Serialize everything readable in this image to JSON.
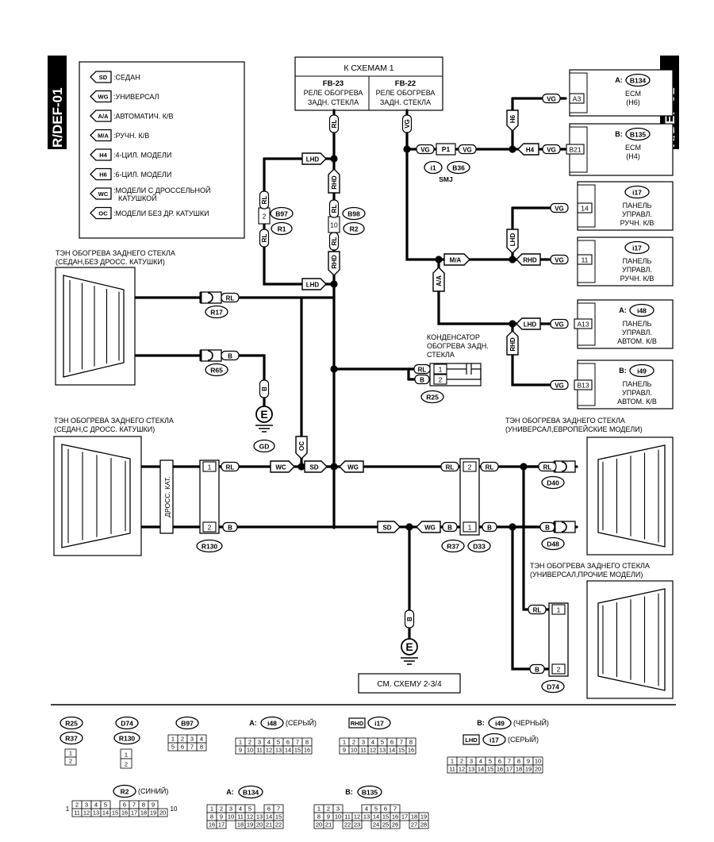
{
  "side_tab": "R/DEF-01",
  "legend": [
    {
      "code": "SD",
      "text": "СЕДАН"
    },
    {
      "code": "WG",
      "text": "УНИВЕРСАЛ"
    },
    {
      "code": "A/A",
      "text": "АВТОМАТИЧ. К/В"
    },
    {
      "code": "M/A",
      "text": "РУЧН. К/В"
    },
    {
      "code": "H4",
      "text": "4-ЦИЛ. МОДЕЛИ"
    },
    {
      "code": "H6",
      "text": "6-ЦИЛ. МОДЕЛИ"
    },
    {
      "code": "WC",
      "text": "МОДЕЛИ С ДРОССЕЛЬНОЙ",
      "text2": "КАТУШКОЙ"
    },
    {
      "code": "OC",
      "text": "МОДЕЛИ БЕЗ ДР. КАТУШКИ"
    }
  ],
  "top_box": {
    "title": "К СХЕМАМ 1",
    "left": {
      "code": "FB-23",
      "l1": "РЕЛЕ ОБОГРЕВА",
      "l2": "ЗАДН. СТЕКЛА"
    },
    "right": {
      "code": "FB-22",
      "l1": "РЕЛЕ ОБОГРЕВА",
      "l2": "ЗАДН. СТЕКЛА"
    }
  },
  "heaters": {
    "sedan_no_choke": [
      "ТЭН ОБОГРЕВА ЗАДНЕГО СТЕКЛА",
      "(СЕДАН,БЕЗ ДРОСС. КАТУШКИ)"
    ],
    "sedan_choke": [
      "ТЭН ОБОГРЕВА ЗАДНЕГО СТЕКЛА",
      "(СЕДАН,С ДРОСС. КАТУШКИ)"
    ],
    "wagon_eu": [
      "ТЭН ОБОГРЕВА ЗАДНЕГО СТЕКЛА",
      "(УНИВЕРСАЛ,ЕВРОПЕЙСКИЕ МОДЕЛИ)"
    ],
    "wagon_other": [
      "ТЭН ОБОГРЕВА ЗАДНЕГО СТЕКЛА",
      "(УНИВЕРСАЛ,ПРОЧИЕ МОДЕЛИ)"
    ]
  },
  "choke_label": "ДРОСС. КАТ.",
  "capacitor": [
    "КОНДЕНСАТОР",
    "ОБОГРЕВА ЗАДН.",
    "СТЕКЛА"
  ],
  "ground_label": "GD",
  "ground_letter": "E",
  "see_scheme": "СМ. СХЕМУ 2-3/4",
  "smj": "SMJ",
  "modules": [
    {
      "prefix": "A:",
      "conn": "B134",
      "l1": "ECM",
      "l2": "(H6)",
      "l3": ""
    },
    {
      "prefix": "B:",
      "conn": "B135",
      "l1": "ECM",
      "l2": "(H4)",
      "l3": ""
    },
    {
      "prefix": "",
      "conn": "i17",
      "l1": "ПАНЕЛЬ",
      "l2": "УПРАВЛ.",
      "l3": "РУЧН. К/В"
    },
    {
      "prefix": "",
      "conn": "i17",
      "l1": "ПАНЕЛЬ",
      "l2": "УПРАВЛ.",
      "l3": "РУЧН. К/В"
    },
    {
      "prefix": "A:",
      "conn": "i48",
      "l1": "ПАНЕЛЬ",
      "l2": "УПРАВЛ.",
      "l3": "АВТОМ. К/В"
    },
    {
      "prefix": "B:",
      "conn": "i49",
      "l1": "ПАНЕЛЬ",
      "l2": "УПРАВЛ.",
      "l3": "АВТОМ. К/В"
    }
  ],
  "pins": {
    "A3": "A3",
    "B21": "B21",
    "p14": "14",
    "p11": "11",
    "A13": "A13",
    "B13": "B13"
  },
  "wires": {
    "VG": "VG",
    "RL": "RL",
    "B": "B",
    "P1": "P1"
  },
  "tags": {
    "LHD": "LHD",
    "RHD": "RHD",
    "H6": "H6",
    "H4": "H4",
    "MA": "M/A",
    "AA": "A/A",
    "SD": "SD",
    "WG": "WG",
    "WC": "WC",
    "OC": "OC"
  },
  "connectors": {
    "R17": "R17",
    "R65": "R65",
    "R130": "R130",
    "R25": "R25",
    "R37": "R37",
    "D33": "D33",
    "D40": "D40",
    "D48": "D48",
    "D74": "D74",
    "B97": "B97",
    "R1": "R1",
    "B98": "B98",
    "R2": "R2",
    "i1": "i1",
    "B36": "B36"
  },
  "pin_nums": {
    "n1": "1",
    "n2": "2",
    "n10": "10"
  },
  "bottom": {
    "i48_color": "(СЕРЫЙ)",
    "i49_color": "(ЧЕРНЫЙ)",
    "i17_lhd_color": "(СЕРЫЙ)",
    "r2_color": "(СИНИЙ)",
    "A": "A:",
    "B": "B:",
    "RHD": "RHD",
    "LHD": "LHD",
    "c_R25": "R25",
    "c_R37": "R37",
    "c_D74": "D74",
    "c_R130": "R130",
    "c_B97": "B97",
    "c_i48": "i48",
    "c_i17a": "i17",
    "c_i49": "i49",
    "c_i17b": "i17",
    "c_R2": "R2",
    "c_B134": "B134",
    "c_B135": "B135",
    "two_pin": [
      [
        "1"
      ],
      [
        "2"
      ]
    ],
    "b97": [
      [
        "1",
        "2",
        "3",
        "4"
      ],
      [
        "5",
        "6",
        "7",
        "8"
      ]
    ],
    "i48": [
      [
        "1",
        "2",
        "3",
        "4",
        "5",
        "6",
        "7",
        "8"
      ],
      [
        "9",
        "10",
        "11",
        "12",
        "13",
        "14",
        "15",
        "16"
      ]
    ],
    "i17": [
      [
        "1",
        "2",
        "3",
        "4",
        "5",
        "6",
        "7",
        "8"
      ],
      [
        "9",
        "10",
        "11",
        "12",
        "13",
        "14",
        "15",
        "16"
      ]
    ],
    "i49": [
      [
        "1",
        "2",
        "3",
        "4",
        "5",
        "6",
        "7",
        "8",
        "9",
        "10"
      ],
      [
        "11",
        "12",
        "13",
        "14",
        "15",
        "16",
        "17",
        "18",
        "19",
        "20"
      ]
    ],
    "r2_left": "1",
    "r2_right": "10",
    "r2": [
      [
        "2",
        "3",
        "4",
        "5",
        "",
        "6",
        "7",
        "8",
        "9"
      ],
      [
        "11",
        "12",
        "13",
        "14",
        "15",
        "16",
        "17",
        "18",
        "19",
        "20"
      ]
    ],
    "b134": [
      [
        "1",
        "2",
        "3",
        "4",
        "5",
        "",
        "6",
        "7"
      ],
      [
        "8",
        "9",
        "10",
        "11",
        "12",
        "13",
        "14",
        "15"
      ],
      [
        "16",
        "17",
        "",
        "18",
        "19",
        "20",
        "21",
        "22"
      ]
    ],
    "b135": [
      [
        "1",
        "2",
        "3",
        "",
        "",
        "4",
        "5",
        "6",
        "7"
      ],
      [
        "8",
        "9",
        "10",
        "11",
        "12",
        "13",
        "14",
        "15",
        "16",
        "17",
        "18",
        "19"
      ],
      [
        "20",
        "21",
        "",
        "22",
        "23",
        "",
        "24",
        "25",
        "26",
        "",
        "27",
        "28"
      ]
    ]
  }
}
